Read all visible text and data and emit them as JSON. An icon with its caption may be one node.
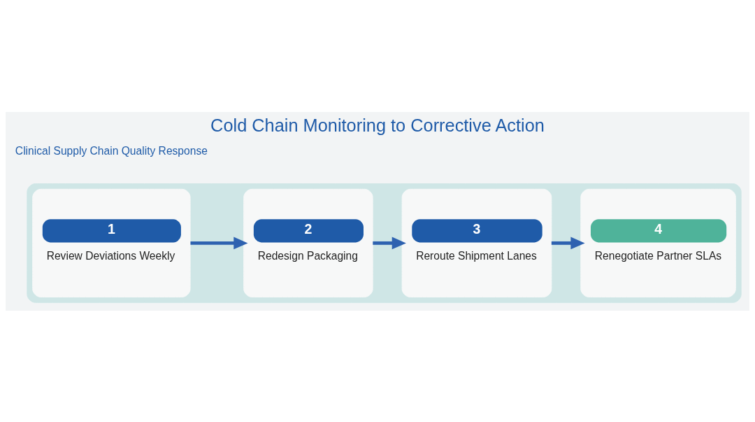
{
  "diagram": {
    "title": "Cold Chain Monitoring to Corrective Action",
    "nodes": [
      {
        "text": [],
        "shape": "box"
      },
      {
        "text": [
          "1",
          "Review Deviations Weekly"
        ],
        "in": 0
      },
      {
        "text": [
          "2",
          "Redesign Packaging"
        ],
        "in": 0
      },
      {
        "text": [
          "3",
          "Reroute Shipment Lanes"
        ],
        "in": 0
      },
      {
        "text": [
          "4",
          "Renegotiate Partner SLAs"
        ],
        "in": 0
      }
    ],
    "edges": [
      {
        "from": 1,
        "to": 2,
        "arrow": "to"
      },
      {
        "from": 2,
        "to": 3,
        "arrow": "to"
      },
      {
        "from": 3,
        "to": 4,
        "arrow": "to"
      }
    ],
    "labels": [
      "Clinical Supply Chain Quality Response"
    ]
  }
}
